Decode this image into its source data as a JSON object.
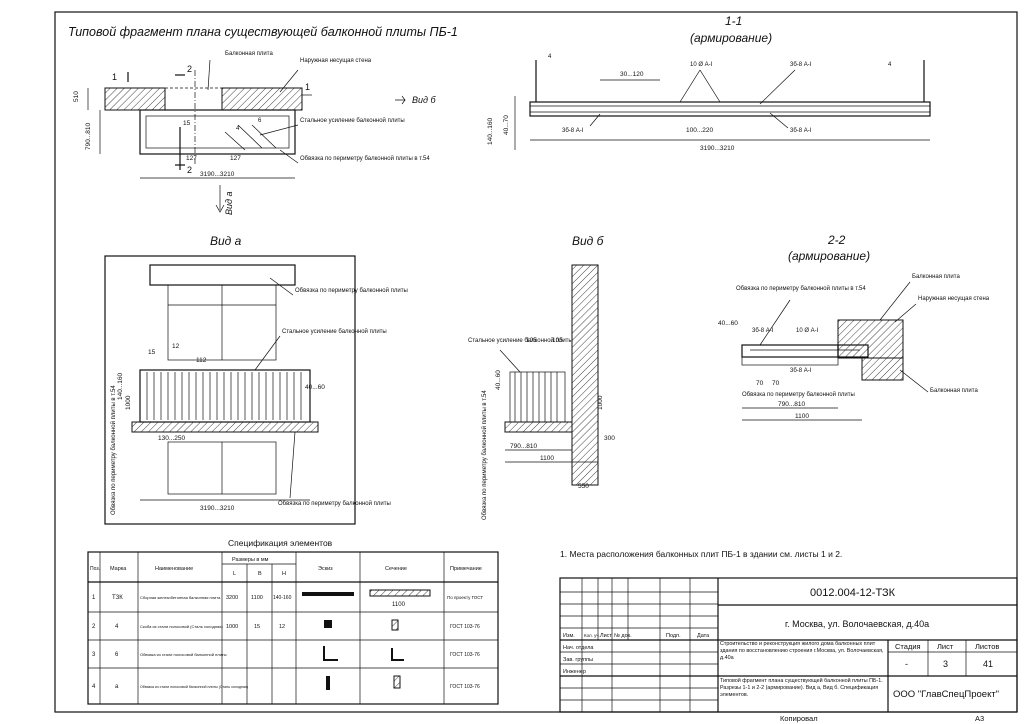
{
  "titles": {
    "plan": "Типовой фрагмент плана существующей балконной плиты ПБ-1",
    "sec11": "1-1",
    "sec11_sub": "(армирование)",
    "vida": "Вид а",
    "vidb": "Вид б",
    "sec22": "2-2",
    "sec22_sub": "(армирование)",
    "view_b_ref": "Вид б",
    "view_a_ref": "Вид а"
  },
  "plan": {
    "labels": {
      "slab": "Балконная плита",
      "wall": "Наружная несущая стена",
      "clips": "Стальное усиление балконной плиты",
      "frame": "Обвязка по периметру балконной плиты в т.54"
    },
    "dims": {
      "d1": "510",
      "d2": "790...810",
      "d3": "3190...3210",
      "d4": "127",
      "d5": "127",
      "d6": "15"
    },
    "marks": {
      "s2": "2",
      "s1": "1",
      "m4": "4",
      "m6": "6"
    }
  },
  "sec11": {
    "dims": {
      "a": "30...120",
      "b": "100...220",
      "c": "3190...3210",
      "d": "140...160",
      "e": "40...70"
    },
    "rebars": {
      "r1": "10 Ø А-I",
      "r2": "3б-8 А-I",
      "r3": "3б-8 А-I",
      "r4": "3б-8 А-I"
    },
    "marks": {
      "m1": "4",
      "m2": "4"
    }
  },
  "vida": {
    "labels": {
      "frame_top": "Обвязка по периметру балконной плиты",
      "clips": "Стальное усиление балконной плиты",
      "frame_side": "Обвязка по периметру балконной плиты в т.54",
      "frame_bottom": "Обвязка по периметру балконной плиты"
    },
    "dims": {
      "w": "3190...3210",
      "a": "130...250",
      "h": "1000",
      "h2": "140...160",
      "b": "15",
      "c": "12",
      "d": "112",
      "e": "40...60"
    }
  },
  "vidb": {
    "labels": {
      "clips": "Стальное усиление балконной плиты",
      "frame": "Обвязка по периметру балконной плиты в т.54"
    },
    "dims": {
      "a": "105",
      "b": "105",
      "c": "790...810",
      "d": "1100",
      "e": "300",
      "f": "550",
      "g": "1000",
      "h": "40...60"
    }
  },
  "sec22": {
    "labels": {
      "slab": "Балконная плита",
      "wall": "Наружная несущая стена",
      "frame": "Обвязка по периметру балконной плиты в т.54",
      "frame2": "Обвязка по периметру балконной плиты",
      "slab2": "Балконная плита"
    },
    "rebars": {
      "r1": "3б-8 А-I",
      "r2": "10 Ø А-I",
      "r3": "3б-8 А-I"
    },
    "dims": {
      "a": "790...810",
      "b": "1100",
      "c": "70",
      "d": "70",
      "e": "40...60"
    }
  },
  "spec": {
    "title": "Спецификация элементов",
    "headers": [
      "Поз.",
      "Марка",
      "Наименование",
      "Размеры в мм",
      "Эскиз",
      "Сечение",
      "Примечание"
    ],
    "subheaders": [
      "L",
      "B",
      "H"
    ],
    "rows": [
      {
        "pos": "1",
        "mark": "ТЗК",
        "name": "Сборная железобетонная балконная плита",
        "l": "3200",
        "b": "1100",
        "h": "140-160",
        "note": "По проекту ГОСТ"
      },
      {
        "pos": "2",
        "mark": "4",
        "name": "Скоба из стали полосовой (Сталь холодная)",
        "l": "1000",
        "b": "15",
        "h": "12",
        "note": "ГОСТ 103-76"
      },
      {
        "pos": "3",
        "mark": "6",
        "name": "Обвязка из стали полосовой балконной плиты",
        "l": "",
        "b": "",
        "h": "",
        "note": "ГОСТ 103-76"
      },
      {
        "pos": "4",
        "mark": "а",
        "name": "Обвязка из стали полосовой балконной плиты (Сталь холодная)",
        "l": "",
        "b": "",
        "h": "",
        "note": "ГОСТ 103-76"
      }
    ],
    "section_dim": "1100"
  },
  "notes": {
    "n1": "1. Места расположения балконных плит ПБ-1 в здании см. листы 1 и 2."
  },
  "stamp": {
    "code": "0012.004-12-ТЗК",
    "address": "г. Москва, ул. Волочаевская, д.40а",
    "left_headers": [
      "Изм.",
      "Кол. уч.",
      "Лист",
      "№ док.",
      "Подп.",
      "Дата"
    ],
    "roles": [
      "Нач. отдела",
      "Зав. группы",
      "Инженер"
    ],
    "desc1": "Строительство и реконструкция жилого дома балконных плит здания по восстановлению строения г.Москва, ул. Волочаевская, д.40а",
    "desc2": "Типовой фрагмент плана существующей балконной плиты ПБ-1. Разрезы 1-1 и 2-2 (армирование). Вид а, Вид б. Спецификация элементов.",
    "stage_h": "Стадия",
    "sheet_h": "Лист",
    "sheets_h": "Листов",
    "stage": "-",
    "sheet": "3",
    "sheets": "41",
    "company": "ООО \"ГлавСпецПроект\"",
    "copied": "Копировал",
    "format": "А3"
  }
}
